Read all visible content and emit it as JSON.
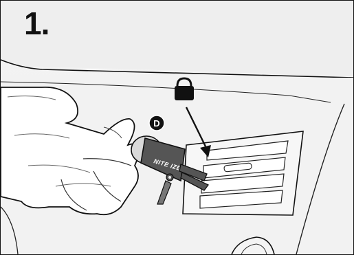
{
  "step": {
    "number": "1."
  },
  "callout": {
    "letter": "D"
  },
  "brand": {
    "logo_text": "NITE IZE"
  },
  "icons": {
    "lock": "lock-icon",
    "arrow": "arrow-down-icon"
  },
  "colors": {
    "ink": "#111111",
    "dash": "#ececec",
    "clip": "#555555",
    "mount_knob": "#d9d9d9"
  }
}
